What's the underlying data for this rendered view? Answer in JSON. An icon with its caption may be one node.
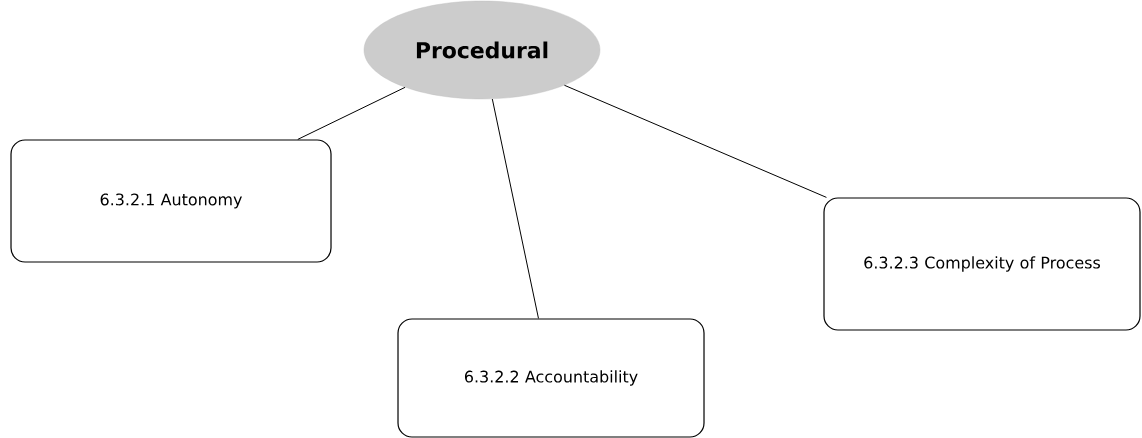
{
  "diagram": {
    "nodes": [
      {
        "text": [
          "Procedural"
        ]
      },
      {
        "text": [
          "6.3.2.1 Autonomy"
        ]
      },
      {
        "text": [
          "6.3.2.2 Accountability"
        ]
      },
      {
        "text": [
          "6.3.2.3 Complexity of Process"
        ]
      }
    ],
    "edges": [
      {
        "from": 0,
        "to": 1,
        "arrow": "none"
      },
      {
        "from": 0,
        "to": 2,
        "arrow": "none"
      },
      {
        "from": 0,
        "to": 3,
        "arrow": "none"
      }
    ]
  }
}
